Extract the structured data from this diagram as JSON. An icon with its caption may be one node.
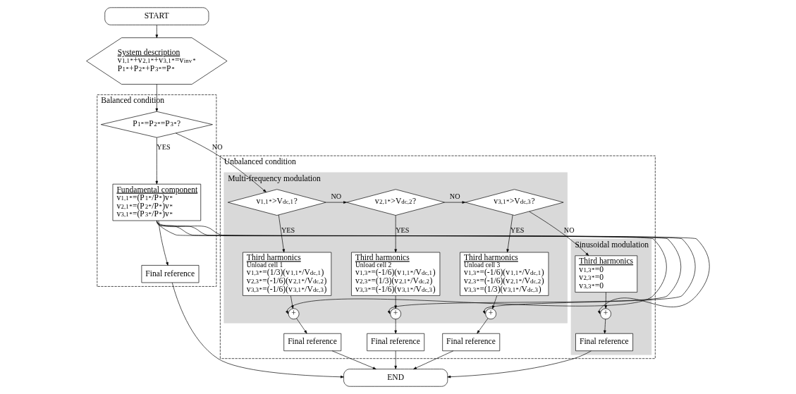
{
  "diagram": {
    "nodes": [
      {
        "text": [
          "START"
        ]
      },
      {
        "text": [
          "System description",
          "v$_{1,1}$$^{*}$+v$_{2,1}$$^{*}$+v$_{3,1}$$^{*}$=v$_{inv}$$^{*}$",
          "P$_{1}$$^{*}$+P$_{2}$$^{*}$+P$_{3}$$^{*}$=P$^{*}$"
        ]
      },
      {
        "text": [
          "Balanced condition"
        ]
      },
      {
        "text": [
          "P$_{1}$$^{*}$=P$_{2}$$^{*}$=P$_{3}$$^{*}$?"
        ],
        "in": 2
      },
      {
        "text": [
          "Fundamental component",
          "v$_{1,1}$$^{*}$=(P$_{1}$$^{*}$/P$^{*}$)v$^{*}$",
          "v$_{2,1}$$^{*}$=(P$_{2}$$^{*}$/P$^{*}$)v$^{*}$",
          "v$_{3,1}$$^{*}$=(P$_{3}$$^{*}$/P$^{*}$)v$^{*}$"
        ],
        "in": 2
      },
      {
        "text": [
          "Final reference"
        ],
        "in": 2
      },
      {
        "text": [
          "Unbalanced condition"
        ]
      },
      {
        "text": [
          "Multi-frequency modulation"
        ],
        "in": 6
      },
      {
        "text": [
          "v$_{1,1}$$^{*}$>V$_{dc,1}$?"
        ],
        "in": 7
      },
      {
        "text": [
          "v$_{2,1}$$^{*}$>V$_{dc,2}$?"
        ],
        "in": 7
      },
      {
        "text": [
          "v$_{3,1}$$^{*}$>V$_{dc,3}$?"
        ],
        "in": 7
      },
      {
        "text": [
          "Third harmonics",
          "Unload cell 1",
          "v$_{1,3}$$^{*}$=(1/3)(v$_{1,1}$$^{*}$/V$_{dc,1}$)",
          "v$_{2,3}$$^{*}$=(-1/6)(v$_{2,1}$$^{*}$/V$_{dc,2}$)",
          "v$_{3,3}$$^{*}$=(-1/6)(v$_{3,1}$$^{*}$/V$_{dc,3}$)"
        ],
        "in": 7
      },
      {
        "text": [
          "Third harmonics",
          "Unload cell 2",
          "v$_{1,3}$$^{*}$=(-1/6)(v$_{1,1}$$^{*}$/V$_{dc,1}$)",
          "v$_{2,3}$$^{*}$=(1/3)(v$_{2,1}$$^{*}$/V$_{dc,2}$)",
          "v$_{3,3}$$^{*}$=(-1/6)(v$_{3,1}$$^{*}$/V$_{dc,3}$)"
        ],
        "in": 7
      },
      {
        "text": [
          "Third harmonics",
          "Unload cell 3",
          "v$_{1,3}$$^{*}$=(-1/6)(v$_{1,1}$$^{*}$/V$_{dc,1}$)",
          "v$_{2,3}$$^{*}$=(-1/6)(v$_{2,1}$$^{*}$/V$_{dc,2}$)",
          "v$_{3,3}$$^{*}$=(1/3)(v$_{3,1}$$^{*}$/V$_{dc,3}$)"
        ],
        "in": 7
      },
      {
        "text": [
          "+"
        ],
        "in": 7
      },
      {
        "text": [
          "+"
        ],
        "in": 7
      },
      {
        "text": [
          "+"
        ],
        "in": 7
      },
      {
        "text": [
          "Sinusoidal modulation"
        ],
        "in": 6
      },
      {
        "text": [
          "Third harmonics",
          "v$_{1,3}$$^{*}$=0",
          "v$_{2,3}$$^{*}$=0",
          "v$_{3,3}$$^{*}$=0"
        ],
        "in": 17
      },
      {
        "text": [
          "+"
        ],
        "in": 17
      },
      {
        "text": [
          "Final reference"
        ],
        "in": 6
      },
      {
        "text": [
          "Final reference"
        ],
        "in": 6
      },
      {
        "text": [
          "Final reference"
        ],
        "in": 6
      },
      {
        "text": [
          "Final reference"
        ],
        "in": 17
      },
      {
        "text": [
          "END"
        ]
      }
    ],
    "edges": [
      {
        "from": 0,
        "to": 1,
        "arrow": "to"
      },
      {
        "from": 1,
        "to": 3,
        "arrow": "to"
      },
      {
        "from": 3,
        "to": 8,
        "arrow": "to",
        "label": "NO"
      },
      {
        "from": 3,
        "to": 4,
        "arrow": "to",
        "label": "YES"
      },
      {
        "from": 8,
        "to": 9,
        "arrow": "to",
        "label": "NO"
      },
      {
        "from": 8,
        "to": 11,
        "arrow": "to",
        "label": "YES"
      },
      {
        "from": 9,
        "to": 10,
        "arrow": "to",
        "label": "NO"
      },
      {
        "from": 9,
        "to": 12,
        "arrow": "to",
        "label": "YES"
      },
      {
        "from": 10,
        "to": 18,
        "arrow": "to",
        "label": "NO"
      },
      {
        "from": 10,
        "to": 13,
        "arrow": "to",
        "label": "YES"
      },
      {
        "from": 4,
        "to": 5,
        "arrow": "to"
      },
      {
        "from": 4,
        "to": 14,
        "arrow": "to"
      },
      {
        "from": 4,
        "to": 15,
        "arrow": "to"
      },
      {
        "from": 4,
        "to": 16,
        "arrow": "to"
      },
      {
        "from": 4,
        "to": 19,
        "arrow": "to"
      },
      {
        "from": 11,
        "to": 14,
        "arrow": "to"
      },
      {
        "from": 12,
        "to": 15,
        "arrow": "to"
      },
      {
        "from": 13,
        "to": 16,
        "arrow": "to"
      },
      {
        "from": 18,
        "to": 19,
        "arrow": "to"
      },
      {
        "from": 14,
        "to": 20,
        "arrow": "to"
      },
      {
        "from": 15,
        "to": 21,
        "arrow": "to"
      },
      {
        "from": 16,
        "to": 22,
        "arrow": "to"
      },
      {
        "from": 19,
        "to": 23,
        "arrow": "to"
      },
      {
        "from": 5,
        "to": 24,
        "arrow": "to"
      },
      {
        "from": 20,
        "to": 24,
        "arrow": "to"
      },
      {
        "from": 21,
        "to": 24,
        "arrow": "to"
      },
      {
        "from": 22,
        "to": 24,
        "arrow": "to"
      },
      {
        "from": 23,
        "to": 24,
        "arrow": "to"
      }
    ]
  }
}
